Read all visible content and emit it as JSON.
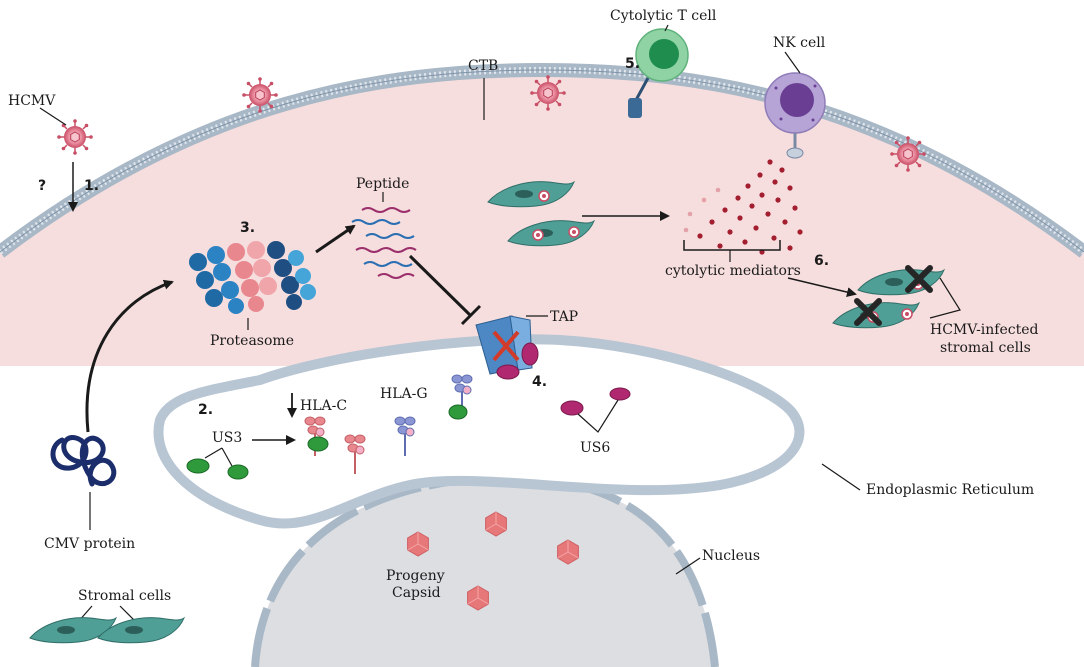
{
  "labels": {
    "hcmv": "HCMV",
    "question": "?",
    "step1": "1.",
    "ctb": "CTB",
    "cytolytic_t_cell": "Cytolytic T cell",
    "step5": "5.",
    "nk_cell": "NK cell",
    "peptide": "Peptide",
    "step3": "3.",
    "proteasome": "Proteasome",
    "tap": "TAP",
    "cytolytic_mediators": "cytolytic mediators",
    "step6": "6.",
    "hcmv_infected_line1": "HCMV-infected",
    "hcmv_infected_line2": "stromal cells",
    "step2": "2.",
    "us3": "US3",
    "hla_c": "HLA-C",
    "hla_g": "HLA-G",
    "step4": "4.",
    "us6": "US6",
    "endoplasmic_reticulum": "Endoplasmic Reticulum",
    "cmv_protein": "CMV protein",
    "nucleus": "Nucleus",
    "progeny_line1": "Progeny",
    "progeny_line2": "Capsid",
    "stromal_cells": "Stromal cells"
  },
  "colors": {
    "decidua": "#f7dede",
    "membrane": "#a9b8c6",
    "virus": "#e07084",
    "stromal": "#4f9f96",
    "t_cell": "#8fd3a4",
    "nk_cell": "#b6a4d6",
    "mediator": "#a31f2f",
    "er": "#b8c5d3",
    "nucleus": "#dcdee2",
    "capsid": "#e7787a",
    "tap": "#4d88c4",
    "us3": "#2e9a3c",
    "us6": "#b0286f"
  }
}
